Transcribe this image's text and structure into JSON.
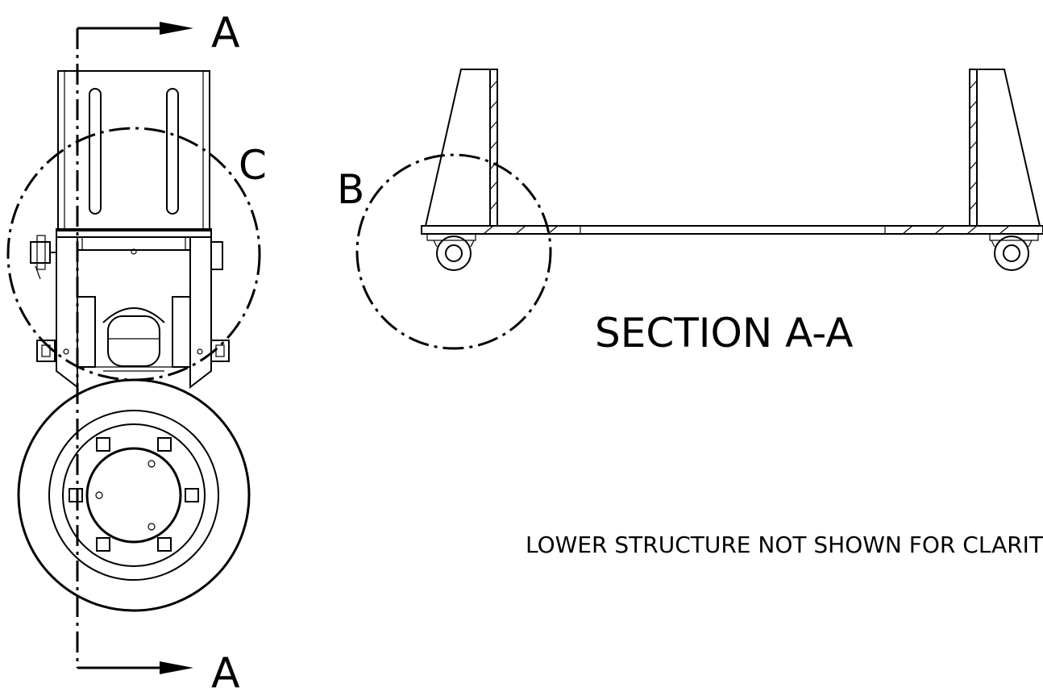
{
  "labels": {
    "section_marker_top": "A",
    "section_marker_bottom": "A",
    "detail_c": "C",
    "detail_b": "B",
    "section_title": "SECTION A-A",
    "note": "LOWER STRUCTURE NOT SHOWN FOR CLARITY"
  },
  "colors": {
    "line": "#000000",
    "background": "#ffffff"
  }
}
